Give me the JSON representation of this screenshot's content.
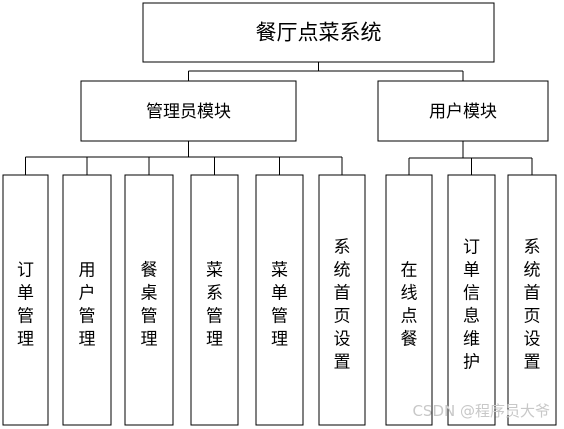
{
  "root": {
    "label": "餐厅点菜系统"
  },
  "modules": [
    {
      "label": "管理员模块",
      "items": [
        "订单管理",
        "用户管理",
        "餐桌管理",
        "菜系管理",
        "菜单管理",
        "系统首页设置"
      ]
    },
    {
      "label": "用户模块",
      "items": [
        "在线点餐",
        "订单信息维护",
        "系统首页设置"
      ]
    }
  ],
  "watermark": {
    "text": "CSDN @程序员大爷"
  },
  "colors": {
    "line": "#000000",
    "box_fill": "#ffffff",
    "watermark": "#c8c8c8"
  }
}
